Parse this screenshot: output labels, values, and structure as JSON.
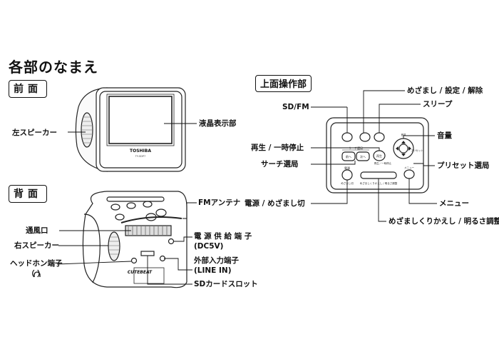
{
  "title": "各部のなまえ",
  "sections": {
    "front": "前面",
    "back": "背面",
    "top": "上面操作部"
  },
  "device": {
    "brand": "TOSHIBA",
    "model": "TY-SDP7",
    "back_logo": "CUTEBEAT"
  },
  "front_labels": {
    "left_speaker": "左スピーカー",
    "lcd": "液晶表示部"
  },
  "back_labels": {
    "fm_antenna": "FMアンテナ",
    "vent": "通風口",
    "right_speaker": "右スピーカー",
    "headphone": "ヘッドホン端子",
    "headphone_symbol": "（ ）",
    "dc_in": "電 源 供 給 端 子",
    "dc_voltage": "(DC5V)",
    "line_in": "外部入力端子",
    "line_in_sub": "(LINE IN)",
    "sd_slot": "SDカードスロット"
  },
  "top_labels": {
    "alarm_set": "めざまし / 設定 / 解除",
    "sd_fm": "SD/FM",
    "sleep": "スリープ",
    "volume": "音量",
    "play_stop": "再生 / 一時停止",
    "search": "サーチ選局",
    "preset": "プリセット選局",
    "power_alarm_off": "電源 / めざまし切",
    "menu": "メニュー",
    "snooze": "めざましくりかえし / 明るさ調整"
  },
  "panel_text": {
    "search_header": "サーチ選局",
    "back_btn": "前へ",
    "next_btn": "次へ",
    "play_btn": "再生",
    "play_caption": "再生／一時停止",
    "power_caption": "電源",
    "power_sub": "めざまし切",
    "snooze_caption": "めざましくりかえし / 明るさ調整",
    "menu_caption": "メニュー",
    "preset_caption": "プリセット",
    "volume_caption": "音量"
  }
}
